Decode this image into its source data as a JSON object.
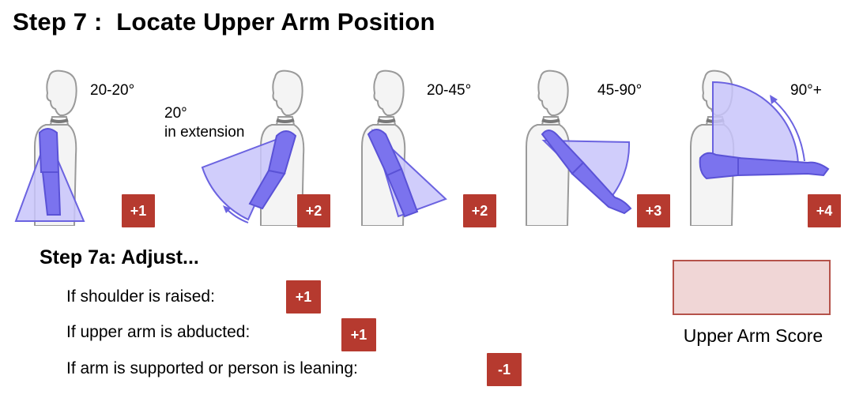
{
  "title": "Step 7 :  Locate Upper Arm Position",
  "positions": [
    {
      "angle": "20-20°",
      "score": "+1"
    },
    {
      "angle": "20°\nin extension",
      "score": "+2"
    },
    {
      "angle": "20-45°",
      "score": "+2"
    },
    {
      "angle": "45-90°",
      "score": "+3"
    },
    {
      "angle": "90°+",
      "score": "+4"
    }
  ],
  "adjust": {
    "title": "Step 7a: Adjust...",
    "items": [
      {
        "label": "If shoulder is raised:",
        "score": "+1"
      },
      {
        "label": "If upper arm is abducted:",
        "score": "+1"
      },
      {
        "label": "If arm is supported or person is leaning:",
        "score": "-1"
      }
    ]
  },
  "result": {
    "label": "Upper Arm Score",
    "value": ""
  },
  "colors": {
    "badge": "#b63a2f",
    "arm_fill": "#7b73ee",
    "arc_fill": "#c8c4fa",
    "arc_stroke": "#6b63e0",
    "body_stroke": "#9a9a9a",
    "score_box_fill": "#f0d6d6",
    "score_box_border": "#b5524a"
  }
}
